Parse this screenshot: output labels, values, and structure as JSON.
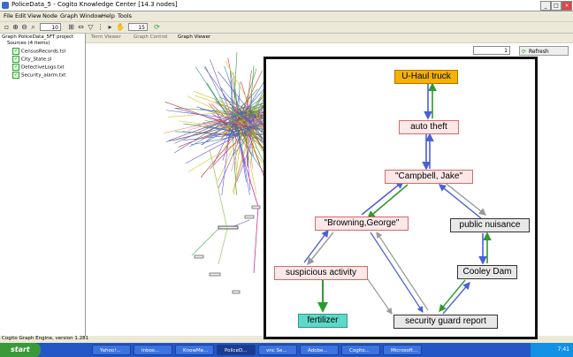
{
  "window": {
    "title": "PoliceData_5 - Cogito Knowledge Center [14.3 nodes]"
  },
  "menu": [
    "File",
    "Edit",
    "View",
    "Node",
    "Graph",
    "Window",
    "Help",
    "Tools"
  ],
  "toolbar": {
    "zoom_value": "10",
    "depth_value": "15"
  },
  "tree": {
    "root": "Graph PoliceData_5FT project",
    "sources": "Sources (4 items)",
    "files": [
      "CensusRecords.tsl",
      "City_State.sl",
      "DetectiveLogs.txt",
      "Security_alarm.txt"
    ]
  },
  "tabs": [
    "Term Viewer",
    "Graph Control",
    "Graph Viewer"
  ],
  "right": {
    "combo_value": "1",
    "refresh_label": "Refresh"
  },
  "nodes": {
    "uhaul": "U-Haul truck",
    "autotheft": "auto theft",
    "campbell": "\"Campbell, Jake\"",
    "browning": "\"Browning,George\"",
    "nuisance": "public nuisance",
    "suspicious": "suspicious activity",
    "cooley": "Cooley Dam",
    "fertilizer": "fertilizer",
    "security": "security guard report"
  },
  "status": "Cogito Graph Engine, version 1.281",
  "taskbar": {
    "start": "start",
    "tasks": [
      "Yahoo!...",
      "Inbox...",
      "KnowMe...",
      "PoliceD...",
      "vnc Se...",
      "Adobe...",
      "Cogito...",
      "Microsoft..."
    ],
    "clock": "7:41"
  },
  "colors": {
    "edge_blue": "#4a5fd8",
    "edge_green": "#2f9a2f",
    "edge_grey": "#9a9a9a",
    "node_gold": "#f2b200",
    "node_cyan": "#5ed8c8"
  }
}
